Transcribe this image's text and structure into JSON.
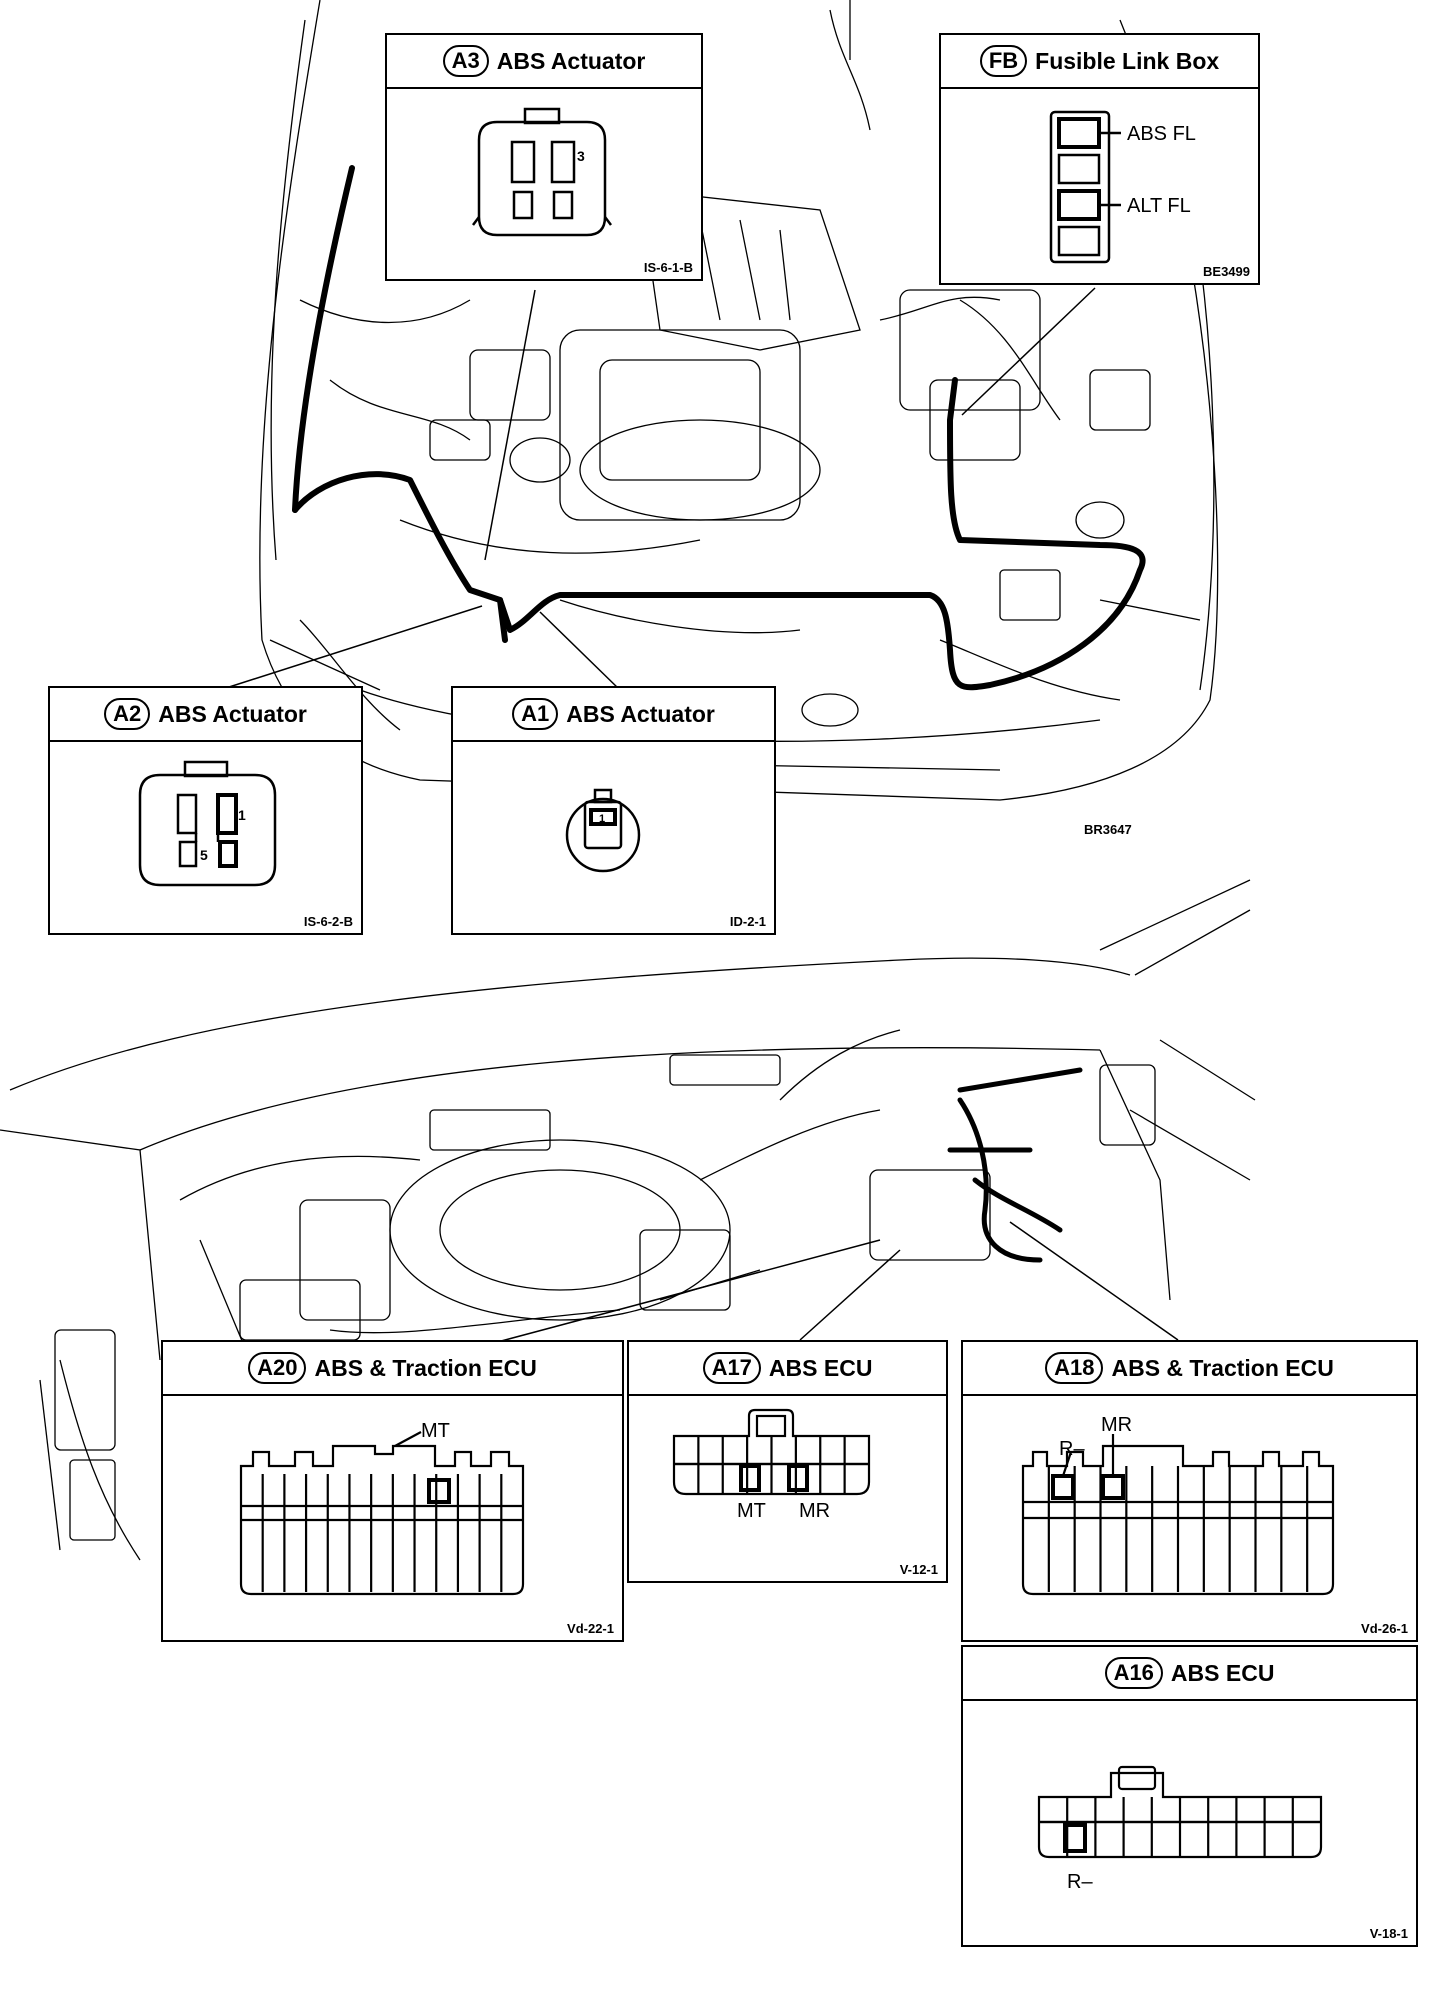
{
  "figure_codes": {
    "engine": "BR3647"
  },
  "boxes": {
    "a3": {
      "badge": "A3",
      "title": "ABS Actuator",
      "code": "IS-6-1-B",
      "pins": [
        "3"
      ]
    },
    "fb": {
      "badge": "FB",
      "title": "Fusible Link Box",
      "code": "BE3499",
      "labels": [
        "ABS FL",
        "ALT FL"
      ]
    },
    "a2": {
      "badge": "A2",
      "title": "ABS Actuator",
      "code": "IS-6-2-B",
      "pins": [
        "1",
        "5"
      ]
    },
    "a1": {
      "badge": "A1",
      "title": "ABS Actuator",
      "code": "ID-2-1",
      "pins": [
        "1"
      ]
    },
    "a20": {
      "badge": "A20",
      "title": "ABS & Traction ECU",
      "code": "Vd-22-1",
      "labels": [
        "MT"
      ]
    },
    "a17": {
      "badge": "A17",
      "title": "ABS ECU",
      "code": "V-12-1",
      "labels": [
        "MT",
        "MR"
      ]
    },
    "a18": {
      "badge": "A18",
      "title": "ABS & Traction ECU",
      "code": "Vd-26-1",
      "labels": [
        "R–",
        "MR"
      ]
    },
    "a16": {
      "badge": "A16",
      "title": "ABS ECU",
      "code": "V-18-1",
      "labels": [
        "R–"
      ]
    }
  }
}
